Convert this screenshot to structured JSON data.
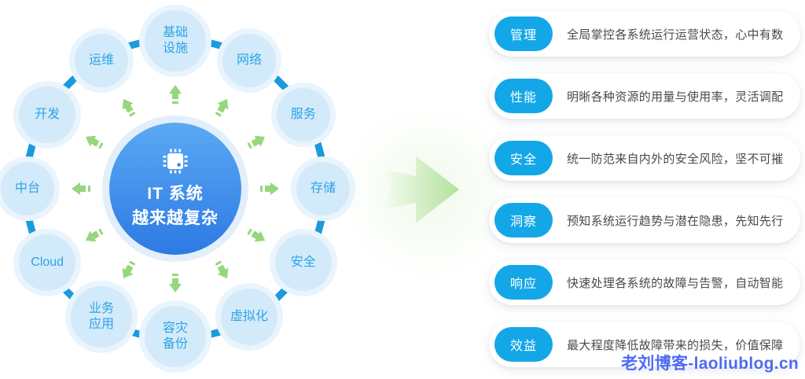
{
  "diagram": {
    "center": {
      "line1": "IT 系统",
      "line2": "越来越复杂",
      "icon": "chip-icon"
    },
    "nodes": [
      {
        "label": "基础\n设施",
        "angle": 90,
        "size": "large"
      },
      {
        "label": "网络",
        "angle": 60,
        "size": "small"
      },
      {
        "label": "服务",
        "angle": 30,
        "size": "small"
      },
      {
        "label": "存储",
        "angle": 0,
        "size": "small"
      },
      {
        "label": "安全",
        "angle": -30,
        "size": "medium"
      },
      {
        "label": "虚拟化",
        "angle": -60,
        "size": "medium"
      },
      {
        "label": "容灾\n备份",
        "angle": -90,
        "size": "large"
      },
      {
        "label": "业务\n应用",
        "angle": -120,
        "size": "large"
      },
      {
        "label": "Cloud",
        "angle": -150,
        "size": "medium"
      },
      {
        "label": "中台",
        "angle": 180,
        "size": "small"
      },
      {
        "label": "开发",
        "angle": 150,
        "size": "medium"
      },
      {
        "label": "运维",
        "angle": 120,
        "size": "small"
      }
    ]
  },
  "benefits": [
    {
      "tag": "管理",
      "desc": "全局掌控各系统运行运营状态，心中有数"
    },
    {
      "tag": "性能",
      "desc": "明晰各种资源的用量与使用率，灵活调配"
    },
    {
      "tag": "安全",
      "desc": "统一防范来自内外的安全风险，坚不可摧"
    },
    {
      "tag": "洞察",
      "desc": "预知系统运行趋势与潜在隐患，先知先行"
    },
    {
      "tag": "响应",
      "desc": "快速处理各系统的故障与告警，自动智能"
    },
    {
      "tag": "效益",
      "desc": "最大程度降低故障带来的损失，价值保障"
    }
  ],
  "watermark": "老刘博客-laoliublog.cn",
  "colors": {
    "pill_blue": "#14a7e8",
    "bubble_fill": "#d3eafa",
    "bubble_halo": "#e9f4fd",
    "bubble_text": "#2ba4e5",
    "ring_dash": "#1b9ade",
    "green_arrow": "#96d67d",
    "big_arrow_green": "#b2e19b",
    "center_gradient_top": "#5aa9f3",
    "center_gradient_bottom": "#2d7ae4",
    "desc_text": "#4a4a4a",
    "watermark_blue": "#4f6bf3"
  }
}
